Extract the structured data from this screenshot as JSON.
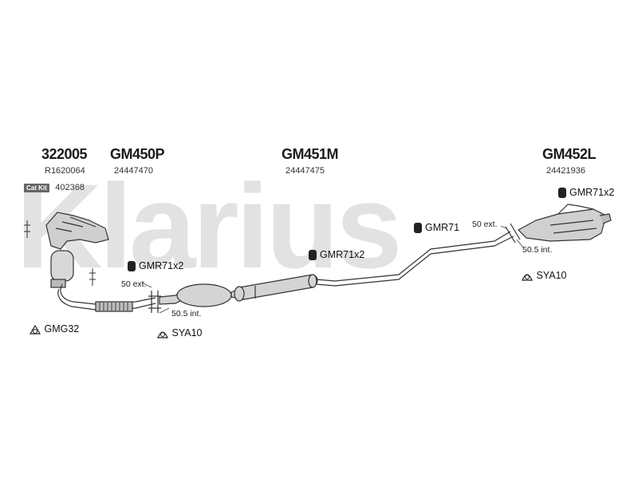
{
  "watermark": "Klarius",
  "parts": {
    "catalyst": {
      "code": "322005",
      "ref": "R1620064",
      "catkit_label": "Cat Kit",
      "catkit_no": "402368"
    },
    "front_pipe": {
      "code": "GM450P",
      "ref": "24447470"
    },
    "middle": {
      "code": "GM451M",
      "ref": "24447475"
    },
    "rear": {
      "code": "GM452L",
      "ref": "24421936"
    }
  },
  "fittings": {
    "gmr_front": "GMR71x2",
    "gmr_middle": "GMR71x2",
    "gmr_rear_pipe": "GMR71",
    "gmr_rear_box": "GMR71x2",
    "gmg": "GMG32",
    "sya_front": "SYA10",
    "sya_rear": "SYA10"
  },
  "joints": {
    "front_ext": "50 ext.",
    "front_int": "50.5 int.",
    "rear_ext": "50 ext.",
    "rear_int": "50.5 int."
  },
  "icon_names": [
    "rubber-mount-icon",
    "gasket-icon",
    "clamp-icon",
    "lambda-sensor-icon"
  ]
}
